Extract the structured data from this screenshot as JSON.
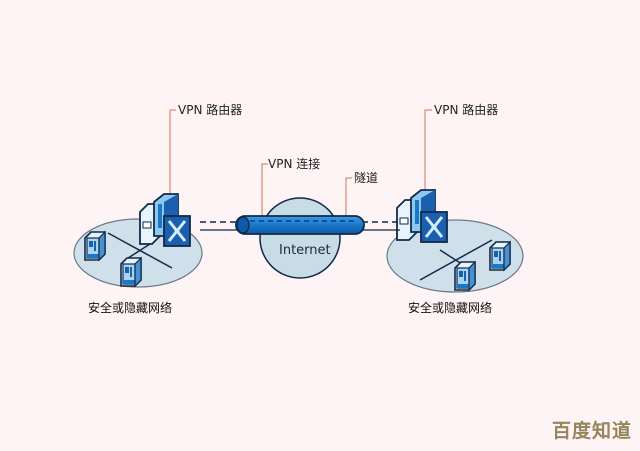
{
  "diagram": {
    "title": "VPN network topology",
    "labels": {
      "left_router": "VPN 路由器",
      "right_router": "VPN 路由器",
      "vpn_connection": "VPN 连接",
      "tunnel": "隧道",
      "internet": "Internet",
      "left_network": "安全或隐藏网络",
      "right_network": "安全或隐藏网络"
    },
    "nodes": [
      {
        "id": "left-network",
        "type": "lan",
        "label": "安全或隐藏网络",
        "hosts": 2
      },
      {
        "id": "left-router",
        "type": "vpn-router",
        "label": "VPN 路由器"
      },
      {
        "id": "internet",
        "type": "cloud",
        "label": "Internet"
      },
      {
        "id": "right-router",
        "type": "vpn-router",
        "label": "VPN 路由器"
      },
      {
        "id": "right-network",
        "type": "lan",
        "label": "安全或隐藏网络",
        "hosts": 2
      }
    ],
    "edges": [
      {
        "from": "left-router",
        "to": "internet",
        "label": "VPN 连接",
        "via": "隧道"
      },
      {
        "from": "internet",
        "to": "right-router",
        "label": "VPN 连接",
        "via": "隧道"
      }
    ],
    "colors": {
      "background": "#fff4f5",
      "lan_fill": "#cfe0ea",
      "tunnel": "#1f7fd0",
      "callout": "#d9a090",
      "device": "#1a5fb0"
    }
  },
  "watermark": "百度知道"
}
